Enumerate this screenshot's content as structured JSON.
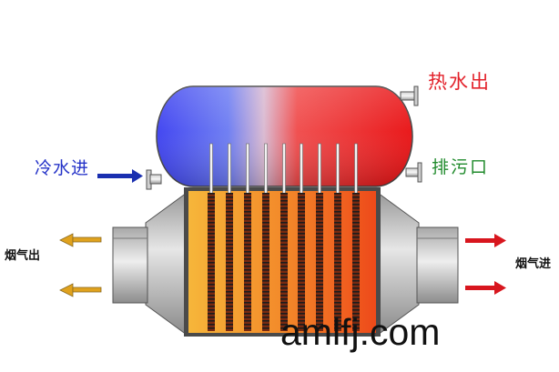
{
  "labels": {
    "hot_water_out": "热水出",
    "cold_water_in": "冷水进",
    "drain_outlet": "排污口",
    "flue_gas_out": "烟气出",
    "flue_gas_in": "烟气进"
  },
  "watermark": "amlfj.com",
  "colors": {
    "hot": "#e3222b",
    "cold": "#2432c8",
    "drain": "#1f8a2b",
    "arrow_out": "#e0a21e",
    "arrow_in": "#d8161e",
    "inlet_arrow": "#1a2fb0"
  }
}
